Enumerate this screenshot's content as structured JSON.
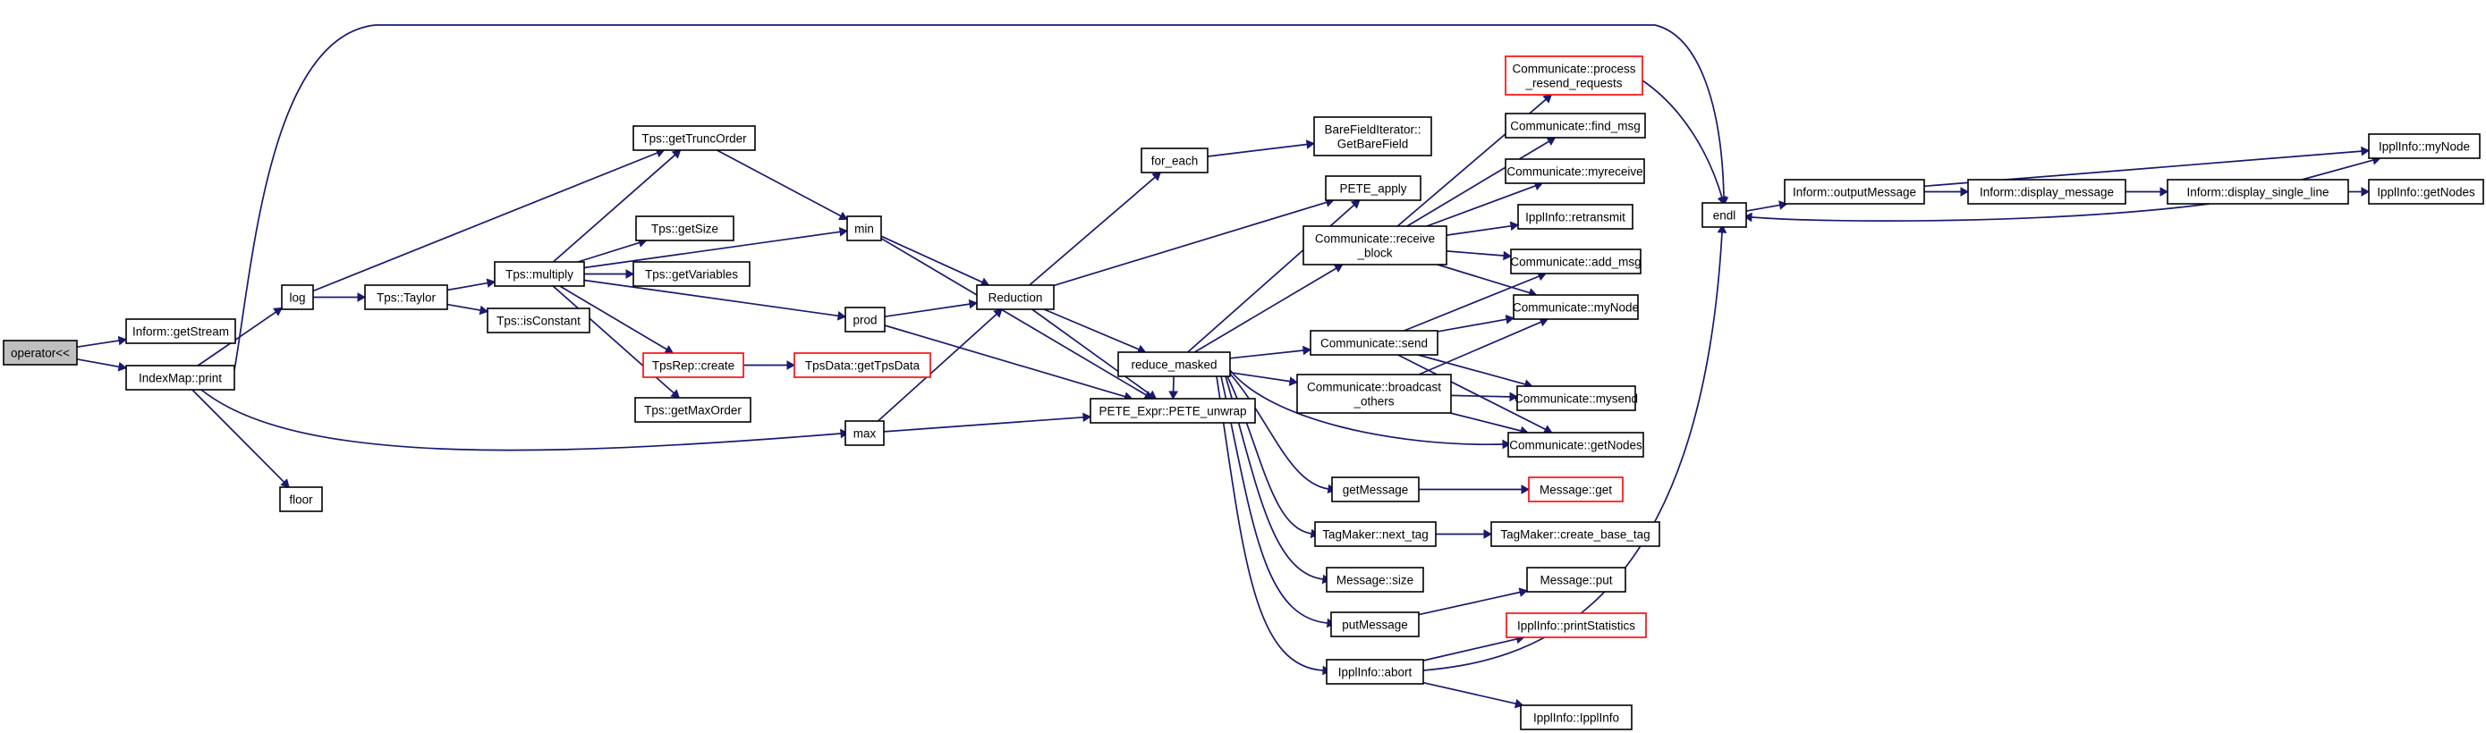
{
  "graph": {
    "nodes": [
      {
        "id": "operator_lt_lt",
        "lines": [
          "operator<<"
        ],
        "root": true
      },
      {
        "id": "inform_getstream",
        "lines": [
          "Inform::getStream"
        ]
      },
      {
        "id": "indexmap_print",
        "lines": [
          "IndexMap::print"
        ]
      },
      {
        "id": "log",
        "lines": [
          "log"
        ]
      },
      {
        "id": "floor",
        "lines": [
          "floor"
        ]
      },
      {
        "id": "tps_taylor",
        "lines": [
          "Tps::Taylor"
        ]
      },
      {
        "id": "tps_gettruncorder",
        "lines": [
          "Tps::getTruncOrder"
        ]
      },
      {
        "id": "tps_multiply",
        "lines": [
          "Tps::multiply"
        ]
      },
      {
        "id": "tps_isconstant",
        "lines": [
          "Tps::isConstant"
        ]
      },
      {
        "id": "tps_getsize",
        "lines": [
          "Tps::getSize"
        ]
      },
      {
        "id": "tps_getvariables",
        "lines": [
          "Tps::getVariables"
        ]
      },
      {
        "id": "tpsrep_create",
        "lines": [
          "TpsRep::create"
        ],
        "truncated": true
      },
      {
        "id": "tps_getmaxorder",
        "lines": [
          "Tps::getMaxOrder"
        ]
      },
      {
        "id": "tpsdata_gettpsdata",
        "lines": [
          "TpsData::getTpsData"
        ],
        "truncated": true
      },
      {
        "id": "min",
        "lines": [
          "min"
        ]
      },
      {
        "id": "prod",
        "lines": [
          "prod"
        ]
      },
      {
        "id": "max",
        "lines": [
          "max"
        ]
      },
      {
        "id": "reduction",
        "lines": [
          "Reduction"
        ]
      },
      {
        "id": "for_each",
        "lines": [
          "for_each"
        ]
      },
      {
        "id": "barefielditerator_getbarefield",
        "lines": [
          "BareFieldIterator::",
          "GetBareField"
        ]
      },
      {
        "id": "reduce_masked",
        "lines": [
          "reduce_masked"
        ]
      },
      {
        "id": "pete_expr_pete_unwrap",
        "lines": [
          "PETE_Expr::PETE_unwrap"
        ]
      },
      {
        "id": "pete_apply",
        "lines": [
          "PETE_apply"
        ]
      },
      {
        "id": "communicate_receive_block",
        "lines": [
          "Communicate::receive",
          "_block"
        ]
      },
      {
        "id": "communicate_send",
        "lines": [
          "Communicate::send"
        ]
      },
      {
        "id": "communicate_broadcast_others",
        "lines": [
          "Communicate::broadcast",
          "_others"
        ]
      },
      {
        "id": "getmessage",
        "lines": [
          "getMessage"
        ]
      },
      {
        "id": "tagmaker_next_tag",
        "lines": [
          "TagMaker::next_tag"
        ]
      },
      {
        "id": "message_size",
        "lines": [
          "Message::size"
        ]
      },
      {
        "id": "putmessage",
        "lines": [
          "putMessage"
        ]
      },
      {
        "id": "ippl_info_abort",
        "lines": [
          "IpplInfo::abort"
        ]
      },
      {
        "id": "communicate_process_resend_requests",
        "lines": [
          "Communicate::process",
          "_resend_requests"
        ],
        "truncated": true
      },
      {
        "id": "communicate_find_msg",
        "lines": [
          "Communicate::find_msg"
        ]
      },
      {
        "id": "communicate_myreceive",
        "lines": [
          "Communicate::myreceive"
        ]
      },
      {
        "id": "ippl_info_retransmit",
        "lines": [
          "IpplInfo::retransmit"
        ]
      },
      {
        "id": "communicate_add_msg",
        "lines": [
          "Communicate::add_msg"
        ]
      },
      {
        "id": "communicate_mynode",
        "lines": [
          "Communicate::myNode"
        ]
      },
      {
        "id": "communicate_mysend",
        "lines": [
          "Communicate::mysend"
        ]
      },
      {
        "id": "communicate_getnodes",
        "lines": [
          "Communicate::getNodes"
        ]
      },
      {
        "id": "message_get",
        "lines": [
          "Message::get"
        ],
        "truncated": true
      },
      {
        "id": "tagmaker_create_base_tag",
        "lines": [
          "TagMaker::create_base_tag"
        ]
      },
      {
        "id": "message_put",
        "lines": [
          "Message::put"
        ]
      },
      {
        "id": "ippl_info_printstatistics",
        "lines": [
          "IpplInfo::printStatistics"
        ],
        "truncated": true
      },
      {
        "id": "ippl_info_ippl_info",
        "lines": [
          "IpplInfo::IpplInfo"
        ]
      },
      {
        "id": "endl",
        "lines": [
          "endl"
        ]
      },
      {
        "id": "inform_outputmessage",
        "lines": [
          "Inform::outputMessage"
        ]
      },
      {
        "id": "inform_display_message",
        "lines": [
          "Inform::display_message"
        ]
      },
      {
        "id": "inform_display_single_line",
        "lines": [
          "Inform::display_single_line"
        ]
      },
      {
        "id": "ippl_info_mynode",
        "lines": [
          "IpplInfo::myNode"
        ]
      },
      {
        "id": "ippl_info_getnodes",
        "lines": [
          "IpplInfo::getNodes"
        ]
      }
    ],
    "edges": [
      [
        "operator_lt_lt",
        "inform_getstream"
      ],
      [
        "operator_lt_lt",
        "indexmap_print"
      ],
      [
        "indexmap_print",
        "endl"
      ],
      [
        "indexmap_print",
        "log"
      ],
      [
        "indexmap_print",
        "floor"
      ],
      [
        "indexmap_print",
        "max"
      ],
      [
        "log",
        "tps_taylor"
      ],
      [
        "log",
        "tps_gettruncorder"
      ],
      [
        "tps_taylor",
        "tps_multiply"
      ],
      [
        "tps_taylor",
        "tps_isconstant"
      ],
      [
        "tps_multiply",
        "tps_gettruncorder"
      ],
      [
        "tps_multiply",
        "min"
      ],
      [
        "tps_multiply",
        "tps_getsize"
      ],
      [
        "tps_multiply",
        "tps_getvariables"
      ],
      [
        "tps_multiply",
        "prod"
      ],
      [
        "tps_multiply",
        "tpsrep_create"
      ],
      [
        "tps_multiply",
        "tps_getmaxorder"
      ],
      [
        "tps_gettruncorder",
        "min"
      ],
      [
        "tpsrep_create",
        "tpsdata_gettpsdata"
      ],
      [
        "min",
        "reduction"
      ],
      [
        "min",
        "pete_expr_pete_unwrap"
      ],
      [
        "prod",
        "reduction"
      ],
      [
        "prod",
        "pete_expr_pete_unwrap"
      ],
      [
        "max",
        "reduction"
      ],
      [
        "max",
        "pete_expr_pete_unwrap"
      ],
      [
        "reduction",
        "for_each"
      ],
      [
        "reduction",
        "pete_apply"
      ],
      [
        "reduction",
        "reduce_masked"
      ],
      [
        "reduction",
        "pete_expr_pete_unwrap"
      ],
      [
        "for_each",
        "barefielditerator_getbarefield"
      ],
      [
        "reduce_masked",
        "pete_apply"
      ],
      [
        "reduce_masked",
        "communicate_receive_block"
      ],
      [
        "reduce_masked",
        "communicate_send"
      ],
      [
        "reduce_masked",
        "communicate_broadcast_others"
      ],
      [
        "reduce_masked",
        "communicate_getnodes"
      ],
      [
        "reduce_masked",
        "getmessage"
      ],
      [
        "reduce_masked",
        "tagmaker_next_tag"
      ],
      [
        "reduce_masked",
        "message_size"
      ],
      [
        "reduce_masked",
        "putmessage"
      ],
      [
        "reduce_masked",
        "ippl_info_abort"
      ],
      [
        "reduce_masked",
        "pete_expr_pete_unwrap"
      ],
      [
        "communicate_receive_block",
        "communicate_process_resend_requests"
      ],
      [
        "communicate_receive_block",
        "communicate_find_msg"
      ],
      [
        "communicate_receive_block",
        "communicate_myreceive"
      ],
      [
        "communicate_receive_block",
        "ippl_info_retransmit"
      ],
      [
        "communicate_receive_block",
        "communicate_add_msg"
      ],
      [
        "communicate_receive_block",
        "communicate_mynode"
      ],
      [
        "communicate_send",
        "communicate_add_msg"
      ],
      [
        "communicate_send",
        "communicate_mynode"
      ],
      [
        "communicate_send",
        "communicate_mysend"
      ],
      [
        "communicate_send",
        "communicate_getnodes"
      ],
      [
        "communicate_broadcast_others",
        "communicate_mynode"
      ],
      [
        "communicate_broadcast_others",
        "communicate_mysend"
      ],
      [
        "communicate_broadcast_others",
        "communicate_getnodes"
      ],
      [
        "communicate_process_resend_requests",
        "endl"
      ],
      [
        "getmessage",
        "message_get"
      ],
      [
        "tagmaker_next_tag",
        "tagmaker_create_base_tag"
      ],
      [
        "putmessage",
        "message_put"
      ],
      [
        "ippl_info_abort",
        "ippl_info_printstatistics"
      ],
      [
        "ippl_info_abort",
        "ippl_info_ippl_info"
      ],
      [
        "ippl_info_abort",
        "endl"
      ],
      [
        "endl",
        "inform_outputmessage"
      ],
      [
        "inform_outputmessage",
        "inform_display_message"
      ],
      [
        "inform_outputmessage",
        "ippl_info_mynode"
      ],
      [
        "inform_display_message",
        "inform_display_single_line"
      ],
      [
        "inform_display_single_line",
        "ippl_info_mynode"
      ],
      [
        "inform_display_single_line",
        "ippl_info_getnodes"
      ],
      [
        "inform_display_single_line",
        "endl"
      ]
    ]
  }
}
